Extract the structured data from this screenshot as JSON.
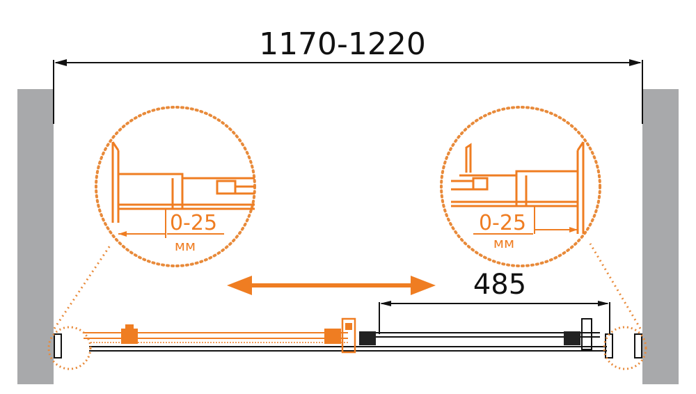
{
  "dimensions": {
    "overall_width": "1170-1220",
    "door_width": "485"
  },
  "details": {
    "left": {
      "range": "0-25",
      "unit": "мм"
    },
    "right": {
      "range": "0-25",
      "unit": "мм"
    }
  },
  "colors": {
    "accent": "#ef7d22",
    "wall": "#a8a9ab",
    "line": "#111111",
    "dotted": "#e88a3a"
  },
  "icons": {
    "slide_direction": "double-arrow-icon"
  }
}
